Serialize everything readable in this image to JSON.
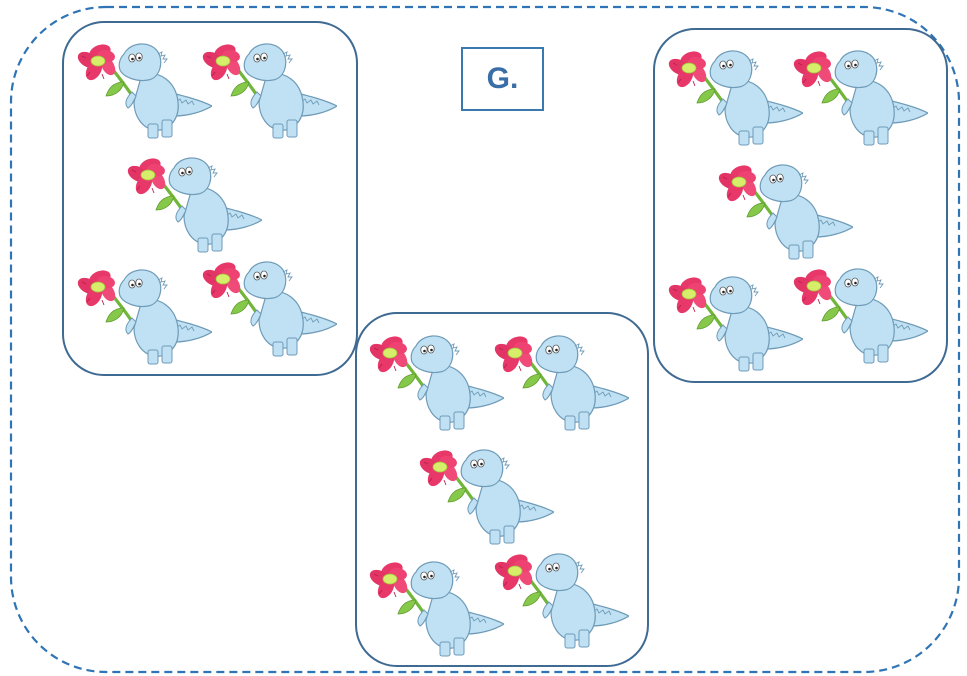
{
  "label": {
    "text": "G."
  },
  "colors": {
    "outer_dash": "#2f74b5",
    "box_border": "#3f6a92",
    "label_text": "#3a6ea6",
    "dino_body": "#bfe1f3",
    "dino_outline": "#6f9bb8",
    "flower_petal": "#e8386a",
    "flower_center": "#d7ee6a",
    "stem": "#7cc043"
  },
  "groups": [
    {
      "name": "group-left",
      "count": 5
    },
    {
      "name": "group-middle",
      "count": 5
    },
    {
      "name": "group-right",
      "count": 5
    }
  ],
  "icon": "dinosaur-with-flower-icon"
}
